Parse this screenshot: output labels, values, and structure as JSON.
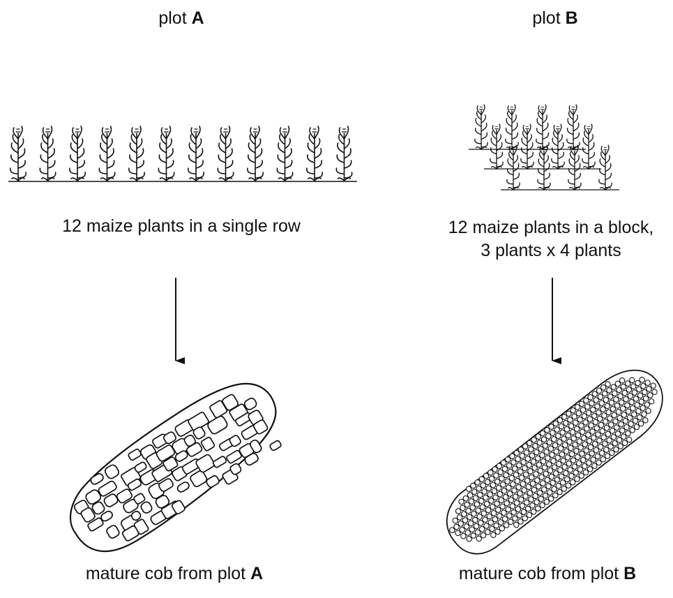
{
  "plot_a": {
    "heading_prefix": "plot ",
    "heading_letter": "A",
    "caption": "12 maize plants in a single row",
    "cob_caption_prefix": "mature cob from plot ",
    "cob_caption_letter": "A"
  },
  "plot_b": {
    "heading_prefix": "plot ",
    "heading_letter": "B",
    "caption_line1": "12 maize plants in a block,",
    "caption_line2": "3 plants x 4 plants",
    "cob_caption_prefix": "mature cob from plot ",
    "cob_caption_letter": "B"
  }
}
